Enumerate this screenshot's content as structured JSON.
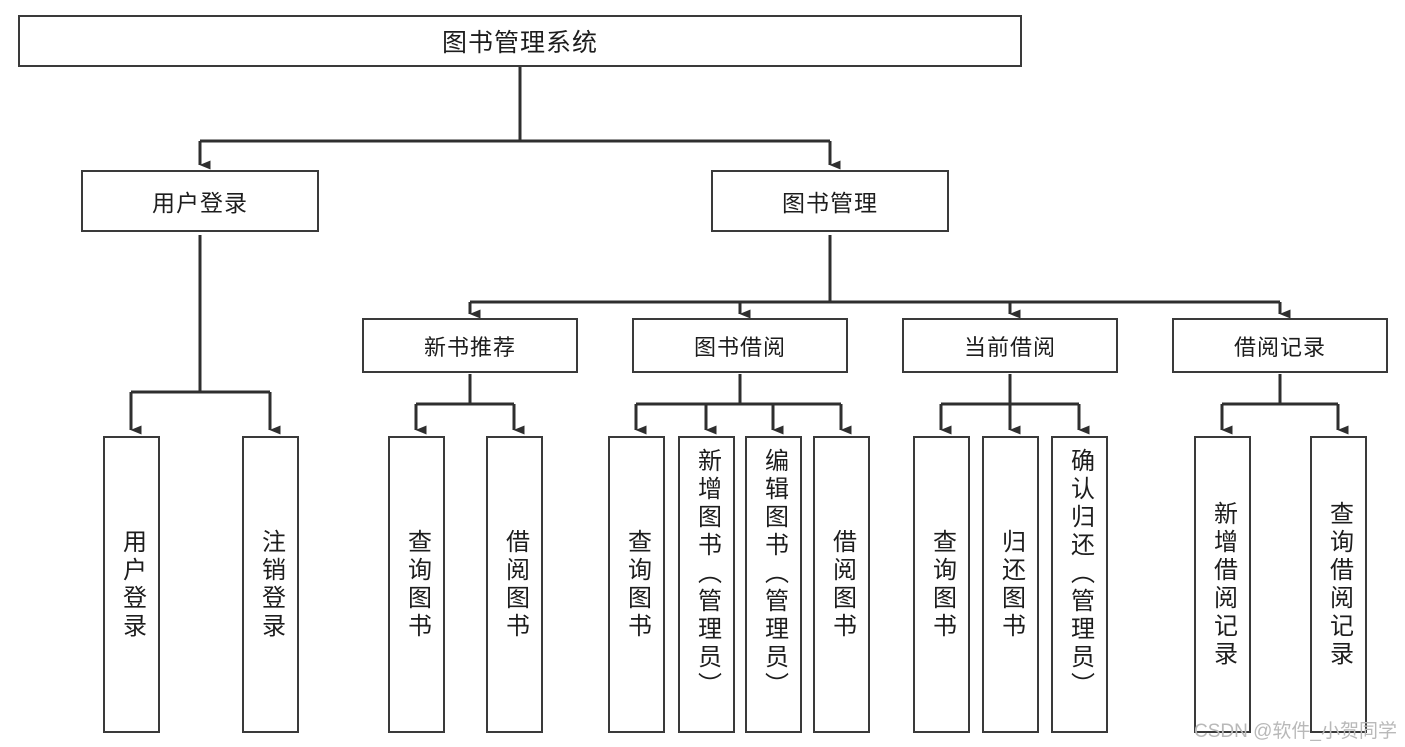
{
  "diagram": {
    "type": "tree",
    "title": "图书管理系统",
    "orientation": "top-down",
    "colors": {
      "box_border": "#3a3a3a",
      "box_fill": "#ffffff",
      "connector": "#2f2f2f",
      "text": "#1d1d1d",
      "watermark": "#b9b9b9"
    },
    "root": {
      "label": "图书管理系统"
    },
    "level1": [
      {
        "id": "user-login",
        "label": "用户登录"
      },
      {
        "id": "book-manage",
        "label": "图书管理"
      }
    ],
    "level2": [
      {
        "id": "new-book-rec",
        "label": "新书推荐",
        "parent": "book-manage"
      },
      {
        "id": "book-borrow",
        "label": "图书借阅",
        "parent": "book-manage"
      },
      {
        "id": "current-borrow",
        "label": "当前借阅",
        "parent": "book-manage"
      },
      {
        "id": "borrow-record",
        "label": "借阅记录",
        "parent": "book-manage"
      }
    ],
    "leaves": [
      {
        "id": "leaf-user-login",
        "label": "用户登录",
        "parent": "user-login"
      },
      {
        "id": "leaf-logout",
        "label": "注销登录",
        "parent": "user-login"
      },
      {
        "id": "leaf-query-book-1",
        "label": "查询图书",
        "parent": "new-book-rec"
      },
      {
        "id": "leaf-borrow-book-1",
        "label": "借阅图书",
        "parent": "new-book-rec"
      },
      {
        "id": "leaf-query-book-2",
        "label": "查询图书",
        "parent": "book-borrow"
      },
      {
        "id": "leaf-add-book",
        "label": "新增图书（管理员）",
        "parent": "book-borrow"
      },
      {
        "id": "leaf-edit-book",
        "label": "编辑图书（管理员）",
        "parent": "book-borrow"
      },
      {
        "id": "leaf-borrow-book-2",
        "label": "借阅图书",
        "parent": "book-borrow"
      },
      {
        "id": "leaf-query-book-3",
        "label": "查询图书",
        "parent": "current-borrow"
      },
      {
        "id": "leaf-return-book",
        "label": "归还图书",
        "parent": "current-borrow"
      },
      {
        "id": "leaf-confirm-return",
        "label": "确认归还（管理员）",
        "parent": "current-borrow"
      },
      {
        "id": "leaf-add-record",
        "label": "新增借阅记录",
        "parent": "borrow-record"
      },
      {
        "id": "leaf-query-record",
        "label": "查询借阅记录",
        "parent": "borrow-record"
      }
    ]
  },
  "watermark": {
    "text": "CSDN @软件_小贺同学"
  }
}
